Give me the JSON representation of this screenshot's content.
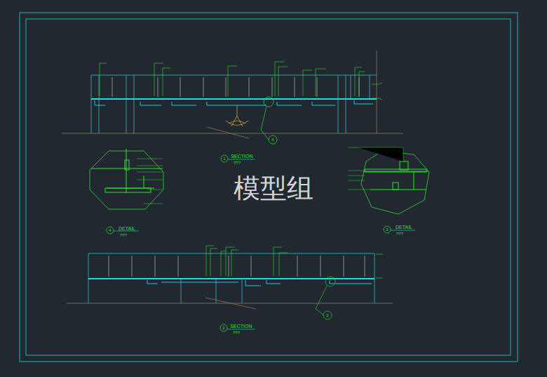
{
  "diagram": {
    "labels": [
      "1",
      "SECTION",
      "???",
      "4",
      "DETAIL",
      "???",
      "3",
      "DETAIL",
      "???",
      "2",
      "SECTION",
      "???",
      "4",
      "2",
      "模型组"
    ]
  }
}
